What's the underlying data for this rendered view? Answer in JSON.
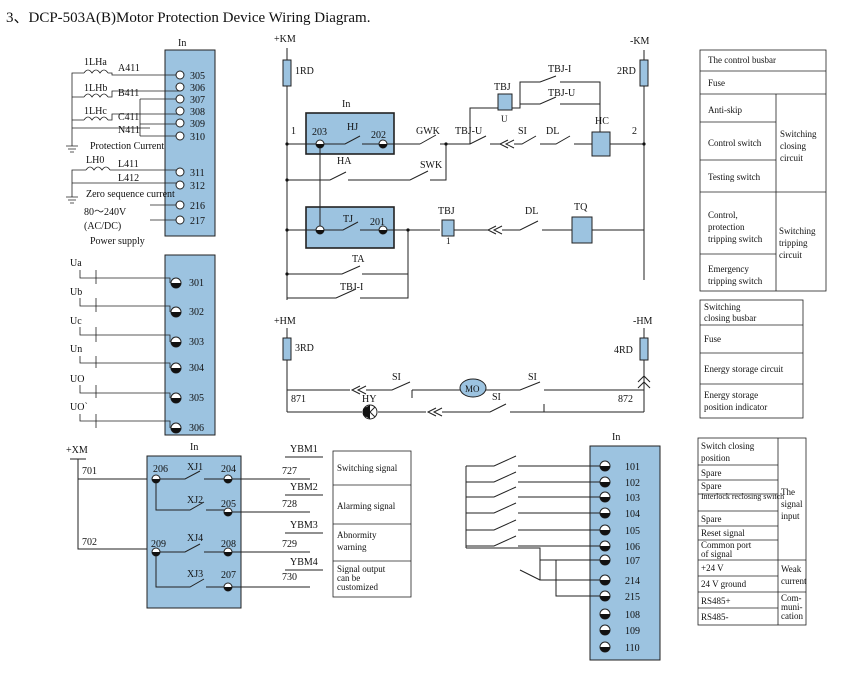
{
  "title": "3、DCP-503A(B)Motor Protection Device Wiring Diagram.",
  "in_label": "In",
  "current_block": {
    "ct_labels": [
      "1LHa",
      "1LHb",
      "1LHc"
    ],
    "phase_labels": [
      "A411",
      "B411",
      "C411",
      "N411"
    ],
    "terminals": [
      "305",
      "306",
      "307",
      "308",
      "309",
      "310"
    ],
    "protection_current": "Protection Current",
    "lh0_label": "LH0",
    "lh0_phases": [
      "L411",
      "L412"
    ],
    "zero_terminals": [
      "311",
      "312"
    ],
    "zero_seq": "Zero sequence current",
    "power_terminals": [
      "216",
      "217"
    ],
    "voltage": "80～240V",
    "acdc": "(AC/DC)",
    "power_supply": "Power supply"
  },
  "voltage_block": {
    "phases": [
      "Ua",
      "Ub",
      "Uc",
      "Un",
      "UO",
      "UO`"
    ],
    "terminals": [
      "301",
      "302",
      "303",
      "304",
      "305",
      "306"
    ]
  },
  "control_circuit": {
    "plus_km": "+KM",
    "minus_km": "-KM",
    "fuse_left": "1RD",
    "fuse_right": "2RD",
    "node1": "1",
    "node2": "2",
    "t203": "203",
    "hj": "HJ",
    "t202": "202",
    "tj": "TJ",
    "t201": "201",
    "tbj_top": "TBJ",
    "tbj_u": "U",
    "tbj_i_top": "TBJ-I",
    "tbj_u_top": "TBJ-U",
    "gwk": "GWK",
    "tbj_u_mid": "TBJ-U",
    "si": "SI",
    "dl": "DL",
    "hc": "HC",
    "ha": "HA",
    "swk": "SWK",
    "tbj_bot": "TBJ",
    "tbj_1": "1",
    "dl_bot": "DL",
    "tq": "TQ",
    "ta": "TA",
    "tbj_i_bot": "TBJ-I"
  },
  "legend_top": {
    "busbar": "The control busbar",
    "fuse": "Fuse",
    "anti_skip": "Anti-skip",
    "control_switch": "Control switch",
    "testing_switch": "Testing switch",
    "switching_closing": "Switching closing circuit",
    "ctrl_prot_trip": "Control, protection tripping switch",
    "emergency": "Emergency tripping switch",
    "switching_tripping": "Switching tripping circuit"
  },
  "storage_circuit": {
    "plus_hm": "+HM",
    "minus_hm": "-HM",
    "fuse_left": "3RD",
    "fuse_right": "4RD",
    "si1": "SI",
    "mo": "MO",
    "si2": "SI",
    "n871": "871",
    "hy": "HY",
    "si3": "SI",
    "n872": "872"
  },
  "legend_mid": {
    "busbar": "Switching closing busbar",
    "fuse": "Fuse",
    "energy_circuit": "Energy storage circuit",
    "energy_indicator": "Energy storage position indicator"
  },
  "signal_circuit": {
    "plus_xm": "+XM",
    "n701": "701",
    "n702": "702",
    "terms_left": [
      "206",
      "209"
    ],
    "relays": [
      "XJ1",
      "XJ2",
      "XJ4",
      "XJ3"
    ],
    "terms_right": [
      "204",
      "205",
      "208",
      "207"
    ],
    "ybm": [
      "YBM1",
      "YBM2",
      "YBM3",
      "YBM4"
    ],
    "nums": [
      "727",
      "728",
      "729",
      "730"
    ],
    "signals": [
      "Switching signal",
      "Alarming signal",
      "Abnormity warning",
      "Signal output can be customized"
    ]
  },
  "input_block": {
    "terminals": [
      "101",
      "102",
      "103",
      "104",
      "105",
      "106",
      "107",
      "214",
      "215",
      "108",
      "109",
      "110"
    ]
  },
  "legend_bottom": {
    "rows": [
      "Switch closing position",
      "Spare",
      "Spare",
      "Interlock reclosing switch",
      "Spare",
      "Reset signal",
      "Common port of signal",
      "+24 V",
      "24 V ground",
      "RS485+",
      "RS485-"
    ],
    "signal_input": "The signal input",
    "weak_current": "Weak current",
    "communication": "Com- muni- cation"
  }
}
